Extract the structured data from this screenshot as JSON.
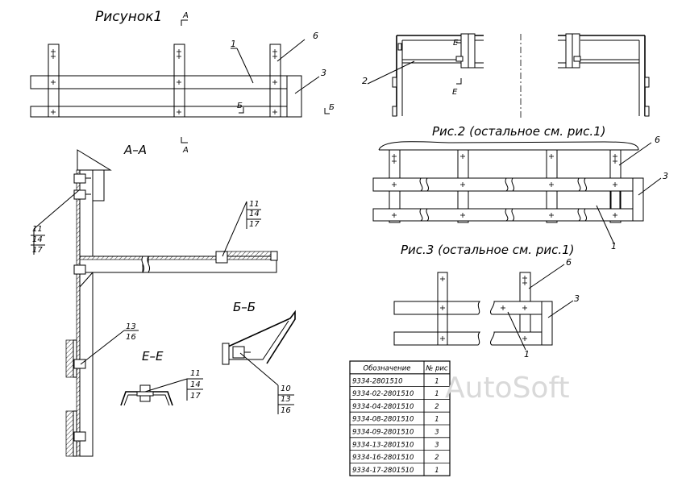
{
  "figures": {
    "fig1_title": "Рисунок1",
    "fig2_title": "Рис.2 (остальное см. рис.1)",
    "fig3_title": "Рис.3 (остальное см. рис.1)",
    "section_aa": "А–А",
    "section_bb": "Б–Б",
    "section_ee": "Е–Е",
    "mark_a": "А",
    "mark_b": "Б",
    "mark_e": "Е"
  },
  "callouts": {
    "fig1": [
      "1",
      "6",
      "3"
    ],
    "right_top": [
      "2"
    ],
    "fig2": [
      "6",
      "3",
      "1"
    ],
    "fig3": [
      "6",
      "3",
      "1"
    ],
    "aa_top": [
      "11",
      "14",
      "17"
    ],
    "aa_right": [
      "11",
      "14",
      "17"
    ],
    "aa_bottom": [
      "13",
      "16"
    ],
    "ee": [
      "11",
      "14",
      "17"
    ],
    "bb": [
      "10",
      "13",
      "16"
    ]
  },
  "table": {
    "headers": [
      "Обозначение",
      "№ рис"
    ],
    "rows": [
      [
        "9334-2801510",
        "1"
      ],
      [
        "9334-02-2801510",
        "1"
      ],
      [
        "9334-04-2801510",
        "2"
      ],
      [
        "9334-08-2801510",
        "1"
      ],
      [
        "9334-09-2801510",
        "3"
      ],
      [
        "9334-13-2801510",
        "3"
      ],
      [
        "9334-16-2801510",
        "2"
      ],
      [
        "9334-17-2801510",
        "1"
      ]
    ]
  },
  "watermark": "AutoSoft"
}
